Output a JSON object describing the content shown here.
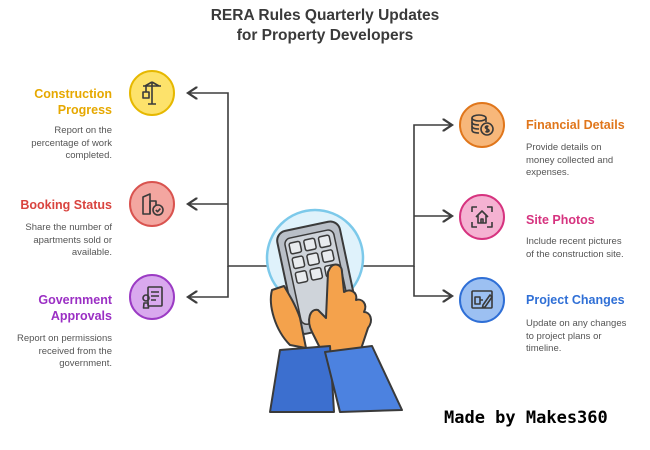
{
  "title": {
    "line1": "RERA Rules Quarterly Updates",
    "line2": "for Property Developers"
  },
  "left_items": [
    {
      "heading_lines": [
        "Construction",
        "Progress"
      ],
      "desc_lines": [
        "Report on the",
        "percentage of work",
        "completed."
      ],
      "color": "#e6b800",
      "fill": "#fde26b",
      "icon": "crane-icon"
    },
    {
      "heading_lines": [
        "Booking Status"
      ],
      "desc_lines": [
        "Share the number of",
        "apartments sold or",
        "available."
      ],
      "color": "#d9534f",
      "fill": "#f3a6a0",
      "icon": "building-check-icon"
    },
    {
      "heading_lines": [
        "Government",
        "Approvals"
      ],
      "desc_lines": [
        "Report on permissions",
        "received from the",
        "government."
      ],
      "color": "#9b3bc4",
      "fill": "#d9a9ee",
      "icon": "approval-document-icon"
    }
  ],
  "right_items": [
    {
      "heading_lines": [
        "Financial Details"
      ],
      "desc_lines": [
        "Provide details on",
        "money collected and",
        "expenses."
      ],
      "color": "#e0761b",
      "fill": "#f7b77a",
      "icon": "coins-icon"
    },
    {
      "heading_lines": [
        "Site Photos"
      ],
      "desc_lines": [
        "Include recent pictures",
        "of the construction site."
      ],
      "color": "#d6337f",
      "fill": "#f5b2d2",
      "icon": "house-photo-icon"
    },
    {
      "heading_lines": [
        "Project Changes"
      ],
      "desc_lines": [
        "Update on any changes",
        "to project plans or",
        "timeline."
      ],
      "color": "#2f6fd6",
      "fill": "#9cc0f2",
      "icon": "blueprint-edit-icon"
    }
  ],
  "credit": "Made by Makes360",
  "center_icon": "hand-calculator-icon"
}
